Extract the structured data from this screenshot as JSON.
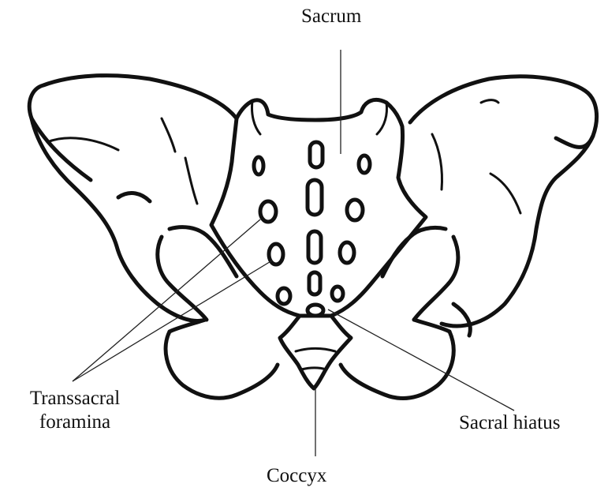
{
  "labels": {
    "sacrum": "Sacrum",
    "transsacral_line1": "Transsacral",
    "transsacral_line2": "foramina",
    "sacral_hiatus": "Sacral hiatus",
    "coccyx": "Coccyx"
  },
  "colors": {
    "line": "#111111",
    "background": "#ffffff"
  }
}
